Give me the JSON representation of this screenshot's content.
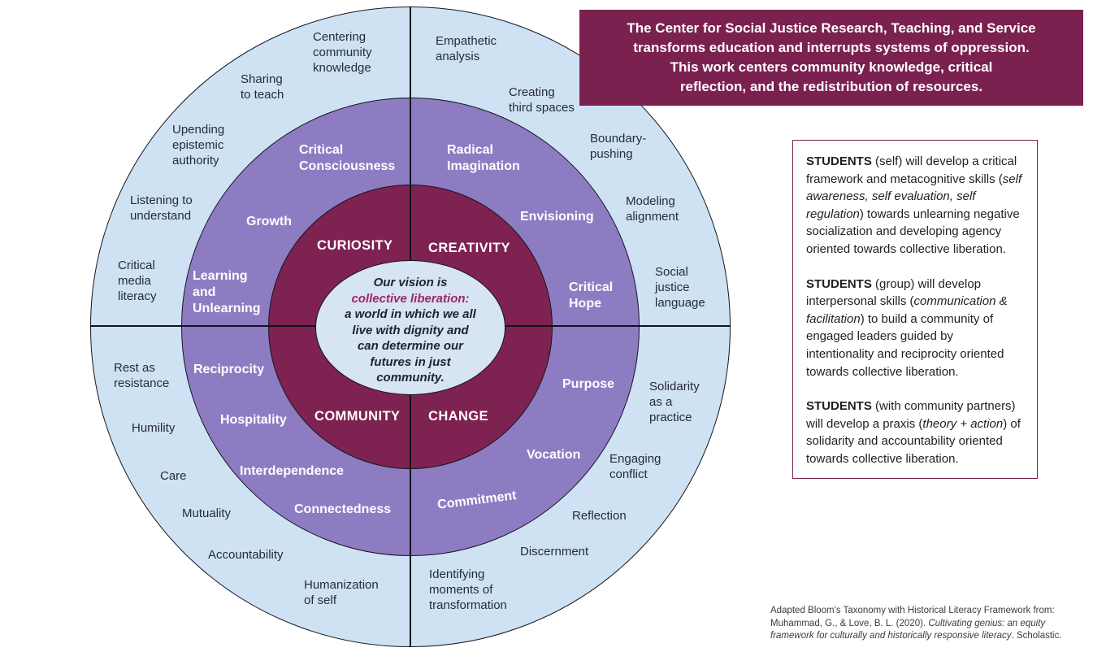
{
  "banner": {
    "text": "The Center for Social Justice Research, Teaching, and Service\ntransforms education and interrupts systems of oppression.\nThis work centers community knowledge, critical\nreflection, and the redistribution of resources."
  },
  "colors": {
    "maroon": "#7b2150",
    "purple": "#8e7cc3",
    "light_blue": "#cfe2f3",
    "highlight_magenta": "#9e2566"
  },
  "diagram": {
    "center": {
      "intro": "Our vision is",
      "highlight": "collective liberation:",
      "body": "a world in which we all\nlive with dignity and\ncan determine our\nfutures in just\ncommunity."
    },
    "inner_ring": {
      "labels": [
        {
          "text": "CURIOSITY"
        },
        {
          "text": "CREATIVITY"
        },
        {
          "text": "COMMUNITY"
        },
        {
          "text": "CHANGE"
        }
      ]
    },
    "middle_ring": {
      "labels": [
        {
          "text": "Critical\nConsciousness"
        },
        {
          "text": "Growth"
        },
        {
          "text": "Learning\nand\nUnlearning"
        },
        {
          "text": "Radical\nImagination"
        },
        {
          "text": "Envisioning"
        },
        {
          "text": "Critical\nHope"
        },
        {
          "text": "Reciprocity"
        },
        {
          "text": "Hospitality"
        },
        {
          "text": "Interdependence"
        },
        {
          "text": "Connectedness"
        },
        {
          "text": "Purpose"
        },
        {
          "text": "Vocation"
        },
        {
          "text": "Commitment"
        }
      ]
    },
    "outer_ring": {
      "labels": [
        {
          "text": "Centering\ncommunity\nknowledge"
        },
        {
          "text": "Sharing\nto teach"
        },
        {
          "text": "Upending\nepistemic\nauthority"
        },
        {
          "text": "Listening to\nunderstand"
        },
        {
          "text": "Critical\nmedia\nliteracy"
        },
        {
          "text": "Empathetic\nanalysis"
        },
        {
          "text": "Creating\nthird spaces"
        },
        {
          "text": "Boundary-\npushing"
        },
        {
          "text": "Modeling\nalignment"
        },
        {
          "text": "Social\njustice\nlanguage"
        },
        {
          "text": "Rest as\nresistance"
        },
        {
          "text": "Humility"
        },
        {
          "text": "Care"
        },
        {
          "text": "Mutuality"
        },
        {
          "text": "Accountability"
        },
        {
          "text": "Humanization\nof self"
        },
        {
          "text": "Identifying\nmoments of\ntransformation"
        },
        {
          "text": "Discernment"
        },
        {
          "text": "Reflection"
        },
        {
          "text": "Engaging\nconflict"
        },
        {
          "text": "Solidarity\nas a\npractice"
        }
      ]
    }
  },
  "students_box": {
    "paragraphs": [
      {
        "segments": [
          {
            "text": "STUDENTS"
          },
          {
            "text": " (self) will develop a critical framework and metacognitive skills ("
          },
          {
            "text": "self awareness, self evaluation, self regulation"
          },
          {
            "text": ") towards unlearning negative socialization and developing agency oriented towards collective liberation."
          }
        ]
      },
      {
        "segments": [
          {
            "text": "STUDENTS"
          },
          {
            "text": " (group) will develop interpersonal skills ("
          },
          {
            "text": "communication & facilitation"
          },
          {
            "text": ") to build a community of engaged leaders guided by intentionality and reciprocity oriented towards collective liberation."
          }
        ]
      },
      {
        "segments": [
          {
            "text": "STUDENTS"
          },
          {
            "text": " (with community partners) will develop a praxis ("
          },
          {
            "text": "theory + action"
          },
          {
            "text": ") of solidarity and accountability oriented towards collective liberation."
          }
        ]
      }
    ]
  },
  "citation": {
    "segments": [
      {
        "text": "Adapted Bloom's Taxonomy with Historical Literacy Framework from: Muhammad, G., & Love, B. L. (2020). "
      },
      {
        "text": "Cultivating genius: an equity framework for culturally and historically responsive literacy"
      },
      {
        "text": ". Scholastic."
      }
    ]
  }
}
